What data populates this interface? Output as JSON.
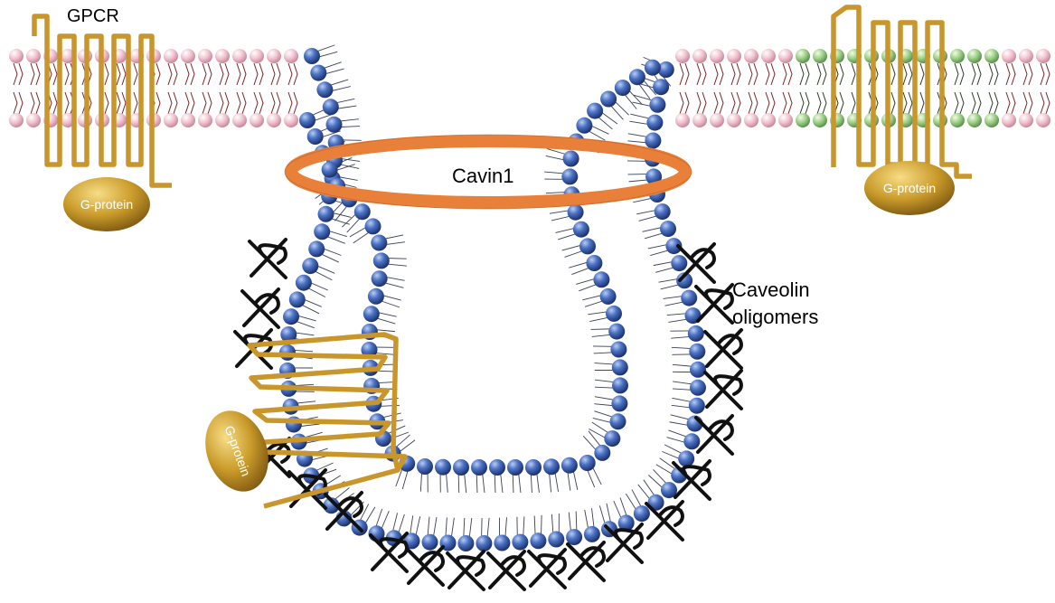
{
  "labels": {
    "gpcr": "GPCR",
    "cavin": "Cavin1",
    "caveolin_line1": "Caveolin",
    "caveolin_line2": "oligomers",
    "gprotein_left": "G-protein",
    "gprotein_right": "G-protein",
    "gprotein_pit": "G-protein"
  },
  "colors": {
    "raft_head": "#3f63b8",
    "plain_head": "#f2c6d2",
    "green_head": "#9fd08a",
    "tail_plain": "#7a2424",
    "tail_raft": "#3a3f55",
    "cavin": "#e8803a",
    "gpcr": "#c9962c",
    "gprotein": "#c79a28",
    "caveolin": "#111111"
  },
  "icons": {
    "lipid_head": "sphere",
    "gpcr": "seven-transmembrane-loop",
    "gprotein": "ellipse",
    "cavin": "ring",
    "caveolin": "crossed-strands"
  }
}
